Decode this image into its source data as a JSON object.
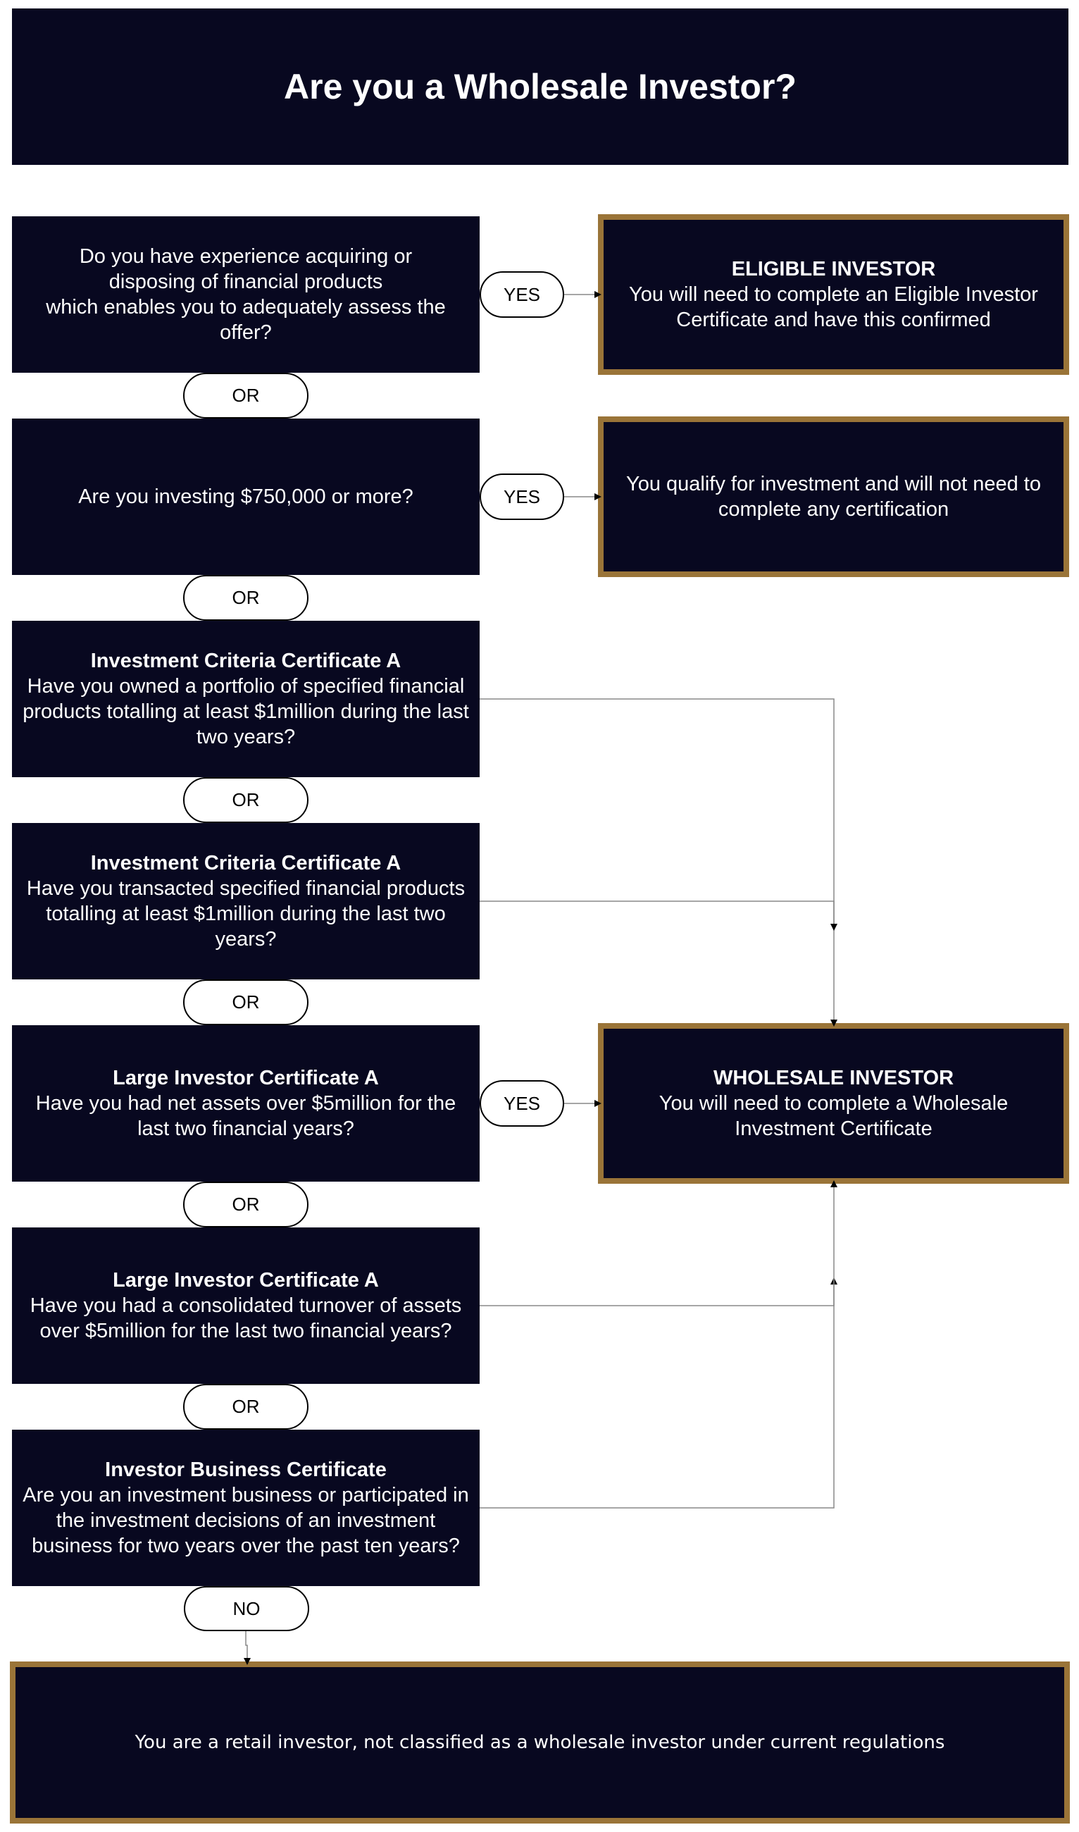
{
  "title": "Are you a Wholesale Investor?",
  "questions": [
    {
      "heading": "",
      "text": "Do you have experience acquiring or\ndisposing of financial products\nwhich enables you to adequately assess the\noffer?"
    },
    {
      "heading": "",
      "text": "Are you investing $750,000 or more?"
    },
    {
      "heading": "Investment Criteria Certificate A",
      "text": "Have you owned a portfolio of specified financial products totalling at least $1million during the last two years?"
    },
    {
      "heading": "Investment Criteria Certificate A",
      "text": "Have you transacted specified financial products totalling at least $1million during the last two years?"
    },
    {
      "heading": "Large Investor Certificate A",
      "text": "Have you had net assets over $5million for the last two financial years?"
    },
    {
      "heading": "Large Investor Certificate A",
      "text": "Have you had a consolidated turnover of assets over $5million for the last two financial years?"
    },
    {
      "heading": "Investor Business Certificate",
      "text": "Are you an investment business or participated in the investment decisions of an investment business for two years over the past ten years?"
    }
  ],
  "connectors": {
    "yes": "YES",
    "or": "OR",
    "no": "NO"
  },
  "outcomes": {
    "eligible": {
      "heading": "ELIGIBLE INVESTOR",
      "text": "You will need to complete an Eligible Investor Certificate and have this confirmed"
    },
    "qualify": {
      "text": "You qualify for investment and will not need to complete any certification"
    },
    "wholesale": {
      "heading": "WHOLESALE INVESTOR",
      "text": "You will need to complete a Wholesale Investment Certificate"
    },
    "retail": {
      "text": "You are a retail investor, not classified as a wholesale investor under current regulations"
    }
  },
  "colors": {
    "box_fill": "#080820",
    "gold_border": "#9a7438",
    "line": "#888888"
  }
}
